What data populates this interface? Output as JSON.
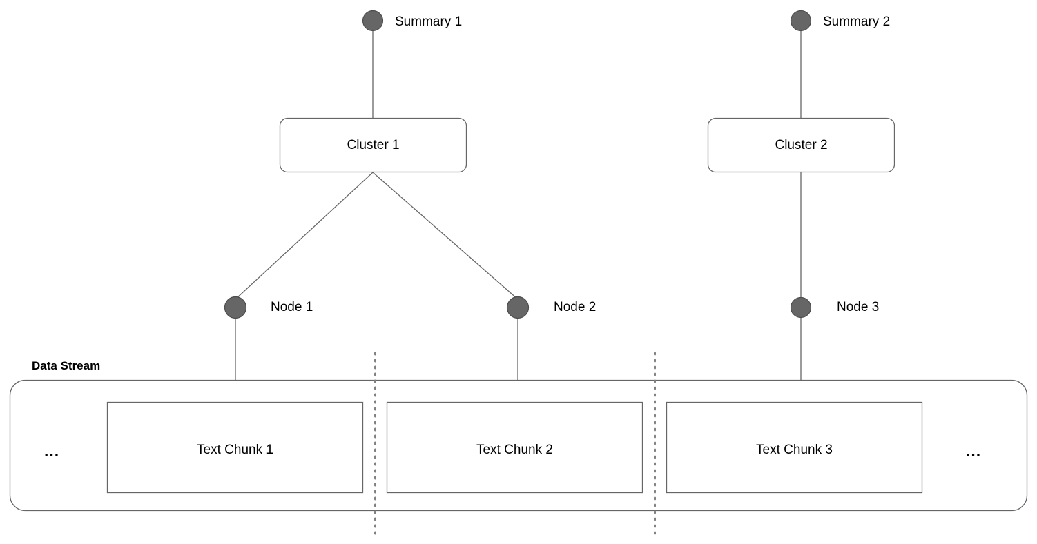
{
  "diagram": {
    "title_label": "Data Stream",
    "summaries": [
      {
        "label": "Summary 1",
        "icon": "circle-node-icon"
      },
      {
        "label": "Summary 2",
        "icon": "circle-node-icon"
      }
    ],
    "clusters": [
      {
        "label": "Cluster 1"
      },
      {
        "label": "Cluster 2"
      }
    ],
    "nodes": [
      {
        "label": "Node 1",
        "icon": "circle-node-icon"
      },
      {
        "label": "Node 2",
        "icon": "circle-node-icon"
      },
      {
        "label": "Node 3",
        "icon": "circle-node-icon"
      }
    ],
    "chunks": [
      {
        "label": "Text Chunk 1"
      },
      {
        "label": "Text Chunk 2"
      },
      {
        "label": "Text Chunk 3"
      }
    ],
    "ellipsis_left": "...",
    "ellipsis_right": "...",
    "colors": {
      "node_fill": "#666666",
      "node_stroke": "#4d4d4d",
      "edge": "#666666",
      "box_stroke": "#666666",
      "container_stroke": "#666666",
      "divider": "#808080",
      "text": "#000000",
      "background": "#ffffff"
    }
  }
}
